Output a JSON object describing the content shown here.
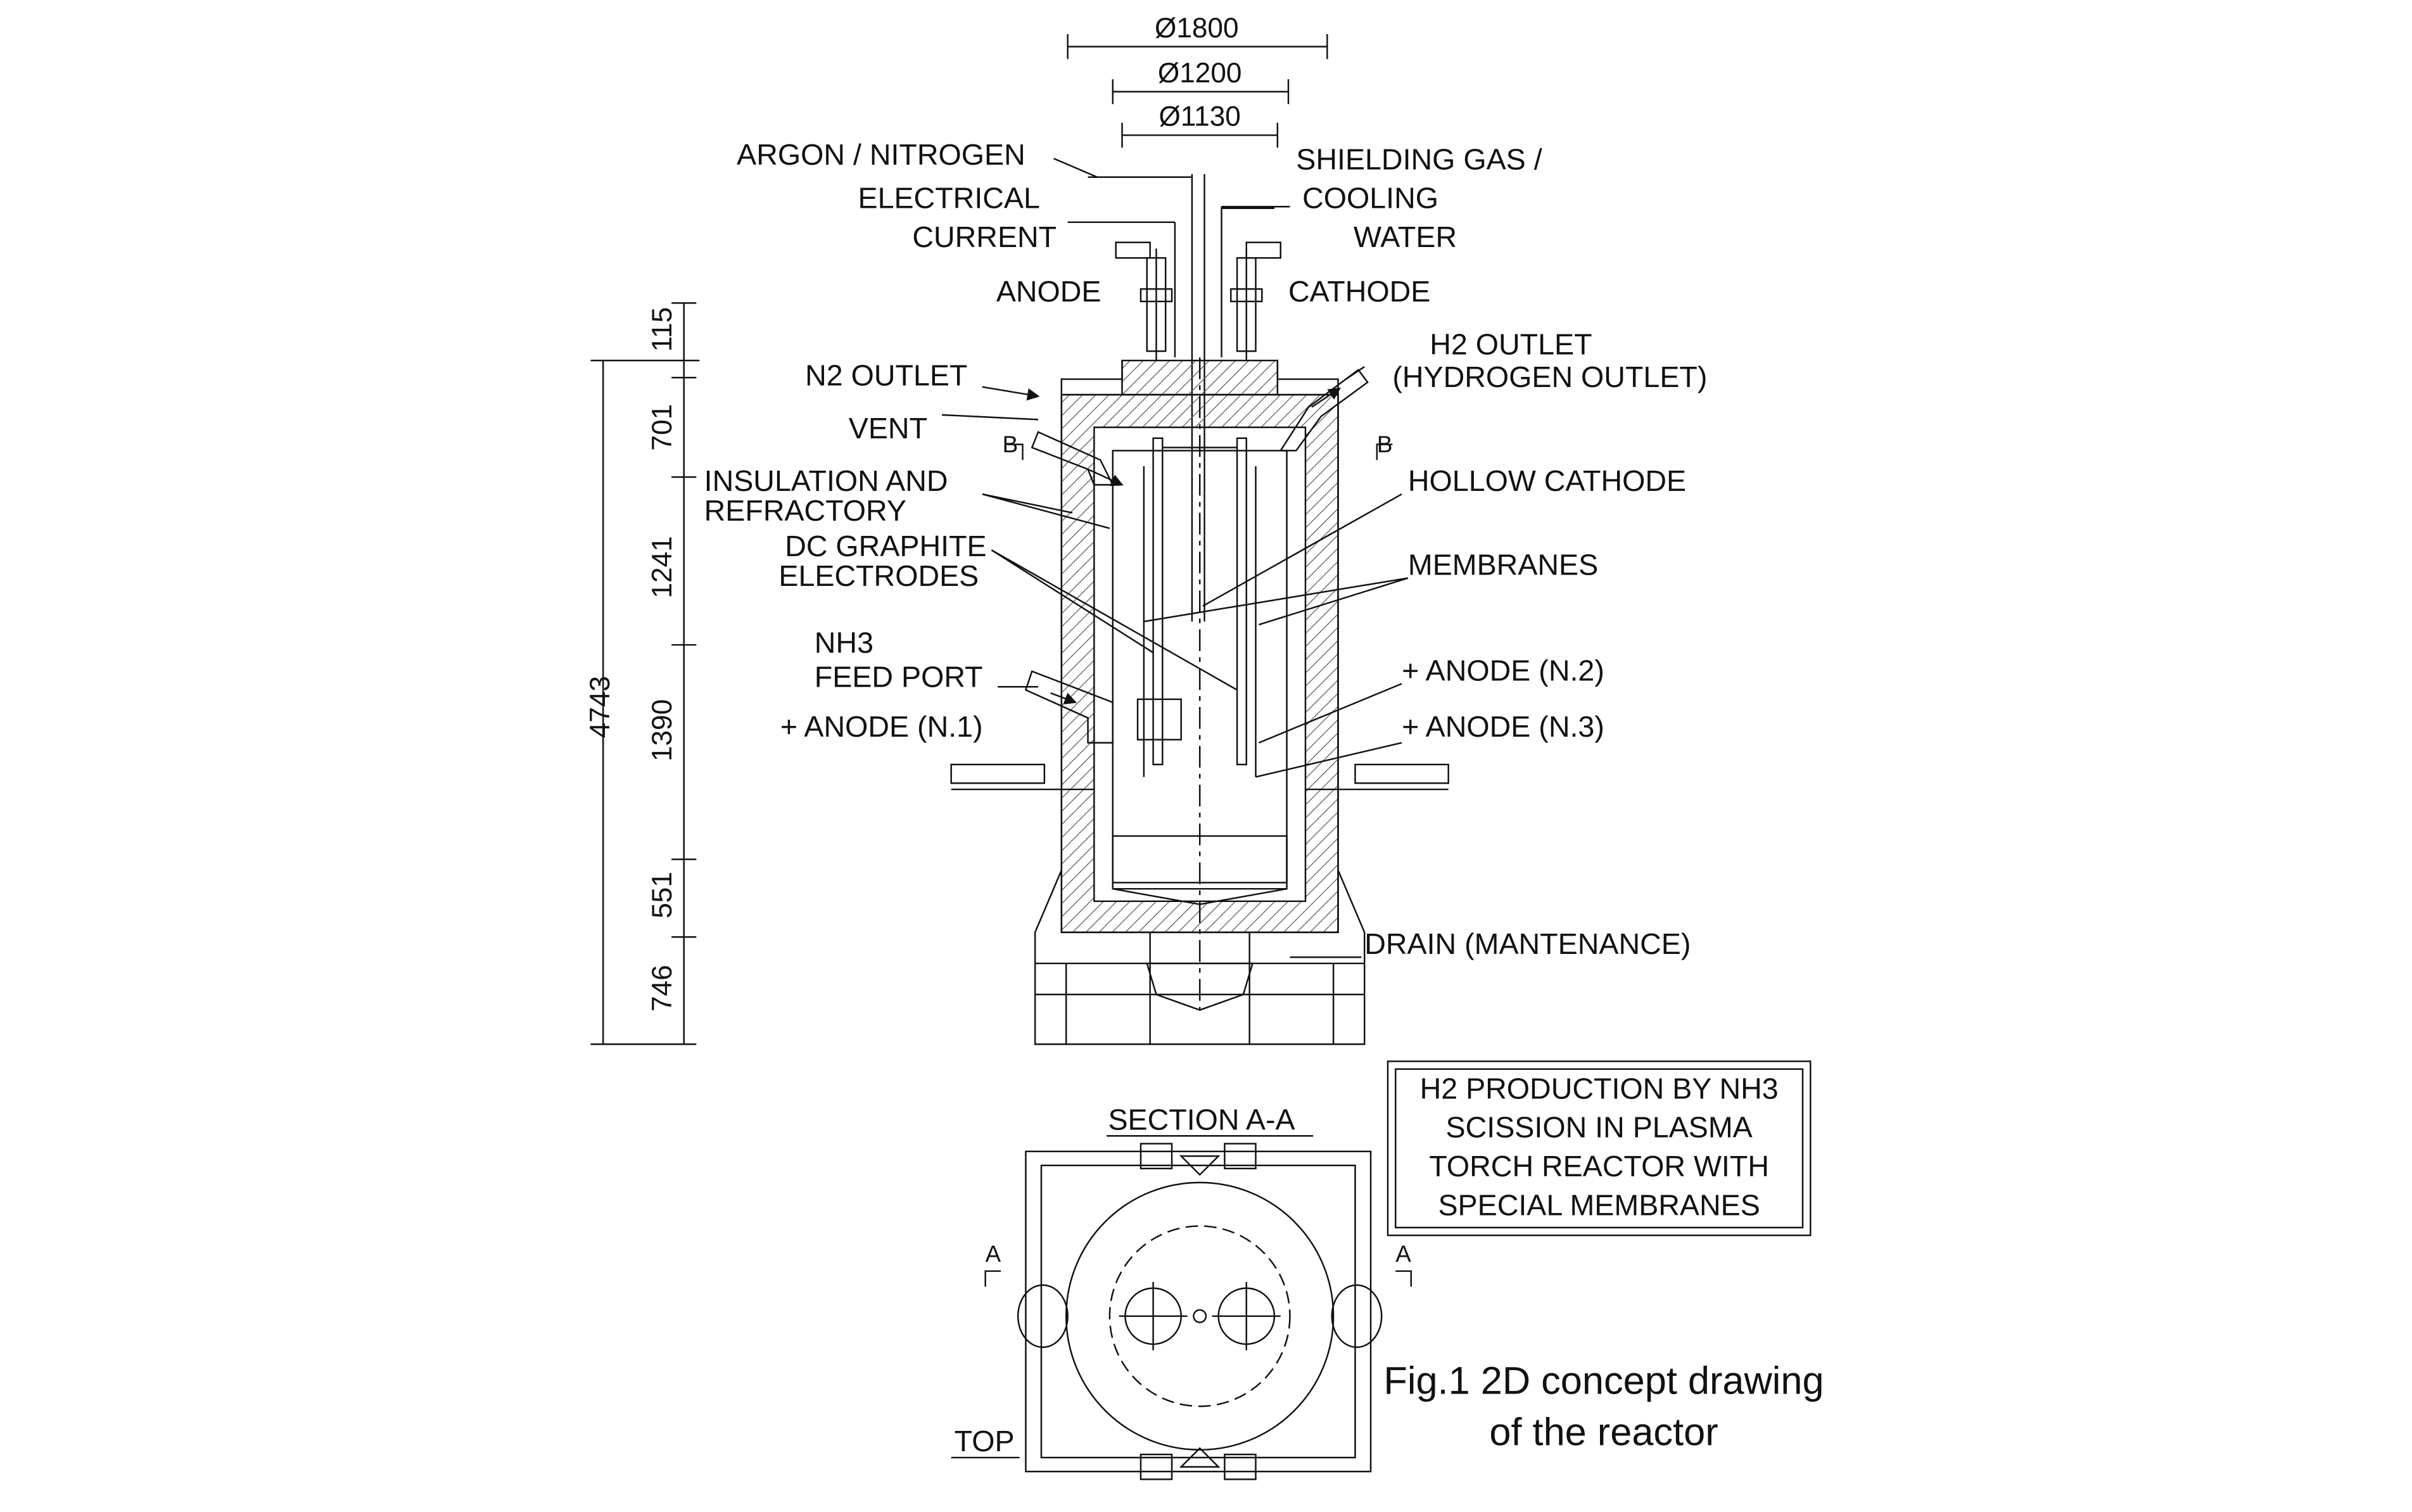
{
  "colors": {
    "ink": "#111111",
    "background": "#ffffff",
    "hatch": "#555555"
  },
  "dimensions": {
    "top": {
      "d1800": "Ø1800",
      "d1200": "Ø1200",
      "d1130": "Ø1130"
    },
    "vertical": {
      "total": "4743",
      "s1": "115",
      "s2": "701",
      "s3": "1241",
      "s4": "1390",
      "s5": "551",
      "s6": "746"
    }
  },
  "labels": {
    "argon": "ARGON / NITROGEN",
    "electrical": "ELECTRICAL",
    "current": "CURRENT",
    "shielding": "SHIELDING GAS /",
    "cooling": "COOLING",
    "water": "WATER",
    "anode": "ANODE",
    "cathode": "CATHODE",
    "n2_outlet": "N2 OUTLET",
    "vent": "VENT",
    "h2_outlet": "H2 OUTLET",
    "h2_outlet_sub": "(HYDROGEN OUTLET)",
    "insulation_1": "INSULATION  AND",
    "insulation_2": "REFRACTORY",
    "graphite_1": "DC GRAPHITE",
    "graphite_2": "ELECTRODES",
    "hollow_cathode": "HOLLOW CATHODE",
    "membranes": "MEMBRANES",
    "nh3_1": "NH3",
    "nh3_2": "FEED PORT",
    "anode_n1": "+ ANODE (N.1)",
    "anode_n2": "+ ANODE (N.2)",
    "anode_n3": "+ ANODE (N.3)",
    "drain": "DRAIN (MANTENANCE)",
    "section_b_left": "B",
    "section_b_right": "B",
    "section_aa": "SECTION A-A",
    "section_a_left": "A",
    "section_a_right": "A",
    "top": "TOP"
  },
  "title_box": {
    "line1": "H2 PRODUCTION BY NH3",
    "line2": "SCISSION IN PLASMA",
    "line3": "TORCH REACTOR WITH",
    "line4": "SPECIAL MEMBRANES"
  },
  "caption": {
    "line1": "Fig.1 2D concept drawing",
    "line2": "of the reactor"
  }
}
